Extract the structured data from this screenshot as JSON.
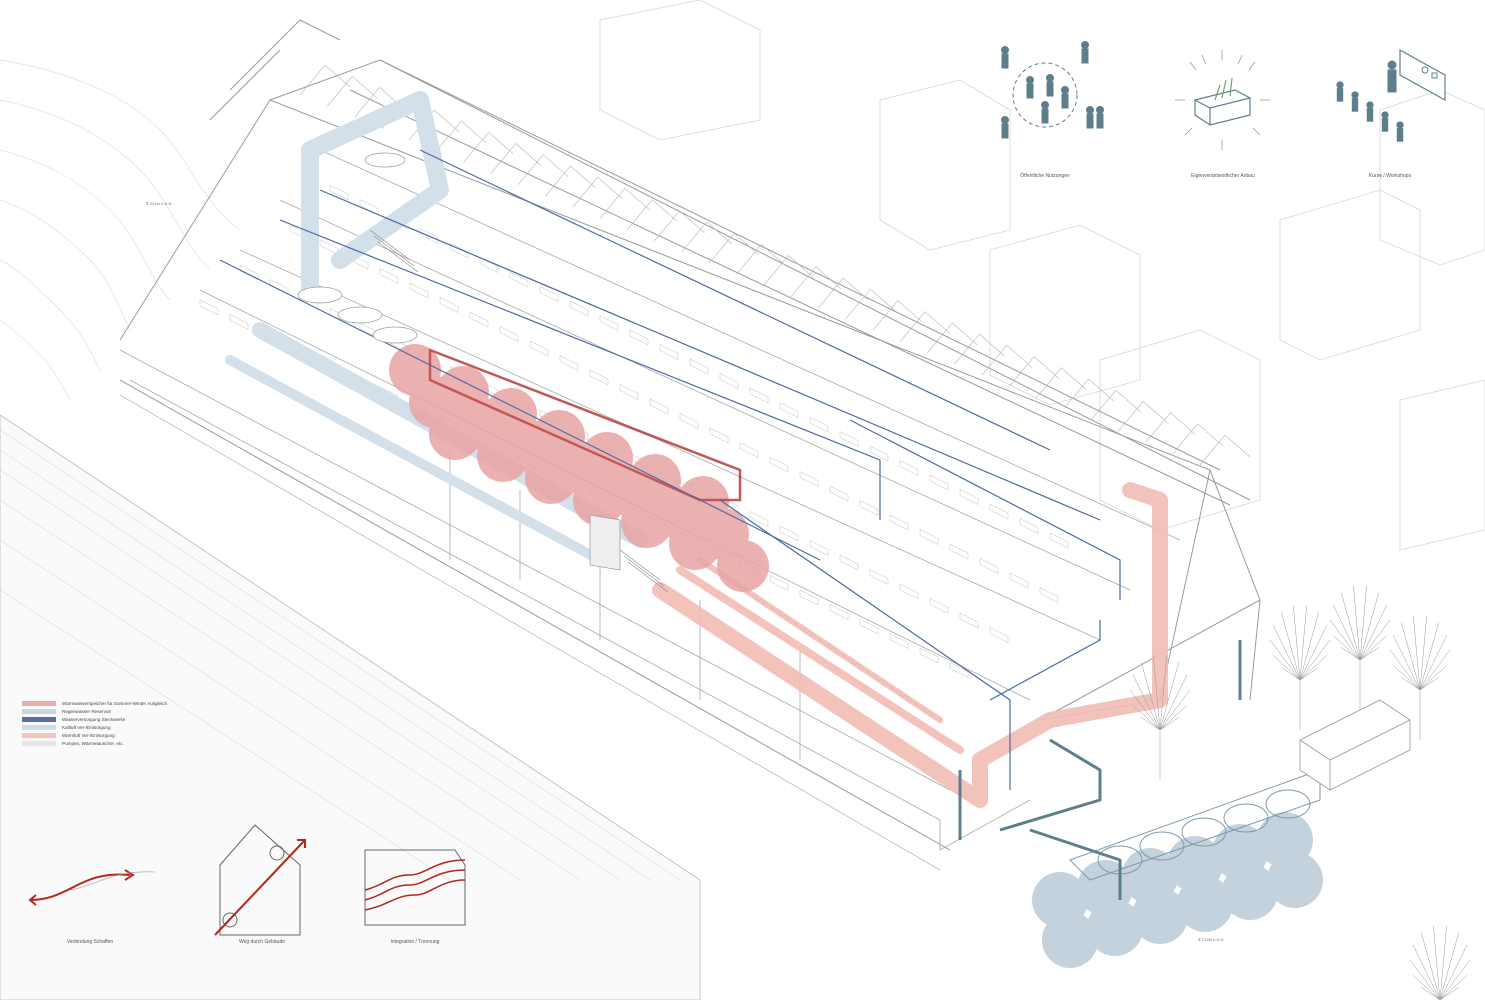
{
  "elevations": {
    "top": "⊽ 221m ü.N.N.",
    "bottom": "⊽ 216M ü.N.N."
  },
  "icons": [
    {
      "caption": "Öffentliche Nutzungen",
      "icon": "public-use-people-icon"
    },
    {
      "caption": "Eigenverantwortlicher Anbau",
      "icon": "self-cultivation-planter-icon"
    },
    {
      "caption": "Kurse / Workshops",
      "icon": "workshop-presentation-icon"
    }
  ],
  "legend": [
    {
      "label": "Warmwasserspeicher für Sommer-Winter Ausgleich",
      "color": "#e8aeae"
    },
    {
      "label": "Regenwasser Reservoir",
      "color": "#c9d6e0"
    },
    {
      "label": "Wasserversorgung Steckwerke",
      "color": "#5a6fa0"
    },
    {
      "label": "Kaltluft Ver-/Entsorgung",
      "color": "#cddde8"
    },
    {
      "label": "Warmluft Ver-/Entsorgung",
      "color": "#f3c7c0"
    },
    {
      "label": "Pumpen, Wärmetauscher, etc.",
      "color": "#e6e6e6"
    }
  ],
  "concept_diagrams": [
    {
      "caption": "Verbindung Schaffen",
      "icon": "connection-arrow-icon"
    },
    {
      "caption": "Weg durch Gebäude",
      "icon": "path-through-building-icon"
    },
    {
      "caption": "Integration / Trennung",
      "icon": "integration-separation-icon"
    }
  ],
  "colors": {
    "warm_storage": "#e8a4a4",
    "rain_reservoir": "#b9cbd7",
    "water_supply": "#4b6aa5",
    "cold_air": "#d3e0ea",
    "warm_air": "#f1bcb4",
    "lines": "#8c8c8c",
    "icon_teal": "#5d7f8b",
    "accent_red": "#b3261e"
  }
}
